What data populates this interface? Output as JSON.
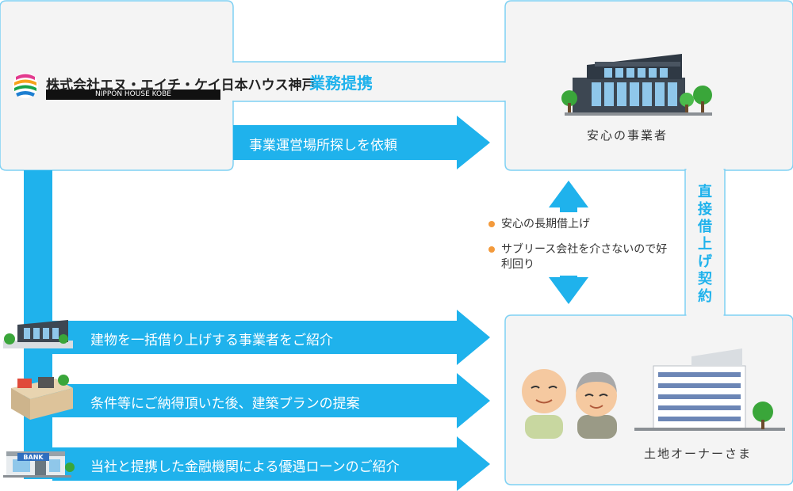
{
  "company": {
    "name": "株式会社エヌ・エイチ・ケイ日本ハウス神戸",
    "name_en": "NIPPON HOUSE KOBE"
  },
  "partnership_label": "業務提携",
  "request_label": "事業運営場所探しを依頼",
  "operator_box": {
    "title": "安心の事業者"
  },
  "owner_box": {
    "title": "土地オーナーさま"
  },
  "lease_label": "直接借上げ契約",
  "benefits": [
    "安心の長期借上げ",
    "サブリース会社を介さないので好利回り"
  ],
  "services": [
    "建物を一括借り上げする事業者をご紹介",
    "条件等にご納得頂いた後、建築プランの提案",
    "当社と提携した金融機関による優遇ローンのご紹介"
  ],
  "bank_sign": "BANK",
  "colors": {
    "accent": "#1fb2ec",
    "border": "#1fb2ec",
    "bullet": "#f39a3c",
    "text": "#333333"
  }
}
